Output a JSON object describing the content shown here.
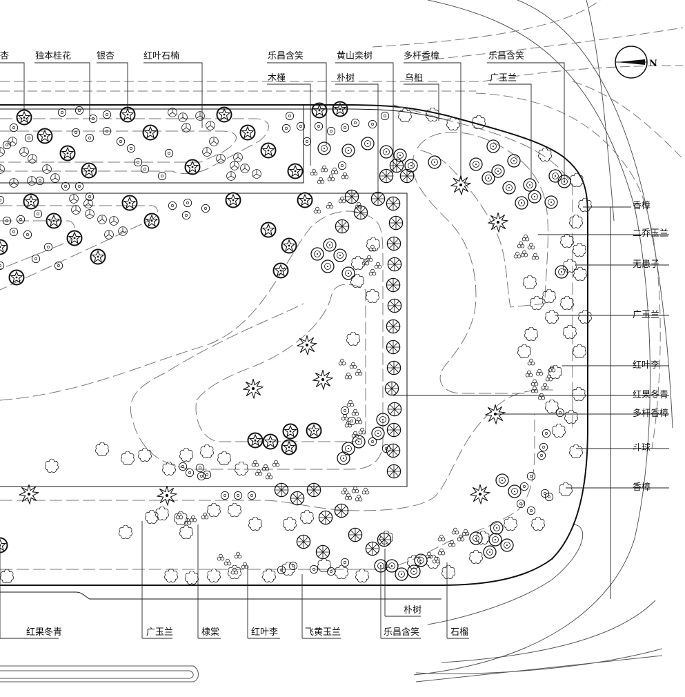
{
  "north_arrow": {
    "letter": "N"
  },
  "labels": {
    "top_row1": [
      "杏",
      "独本桂花",
      "银杏",
      "红叶石楠",
      "乐昌含笑",
      "黄山栾树",
      "多杆香樟",
      "乐昌含笑"
    ],
    "top_row2": [
      "木槿",
      "朴树",
      "乌桕",
      "广玉兰"
    ],
    "right": [
      "香樟",
      "二乔玉兰",
      "无患子",
      "广玉兰",
      "红叶李",
      "红果冬青",
      "多杆香樟",
      "斗球",
      "香樟"
    ],
    "bottom": [
      "红果冬青",
      "广玉兰",
      "棣棠",
      "红叶李",
      "飞黄玉兰",
      "乐昌含笑",
      "石榴"
    ],
    "bottom_extra": "朴树"
  }
}
